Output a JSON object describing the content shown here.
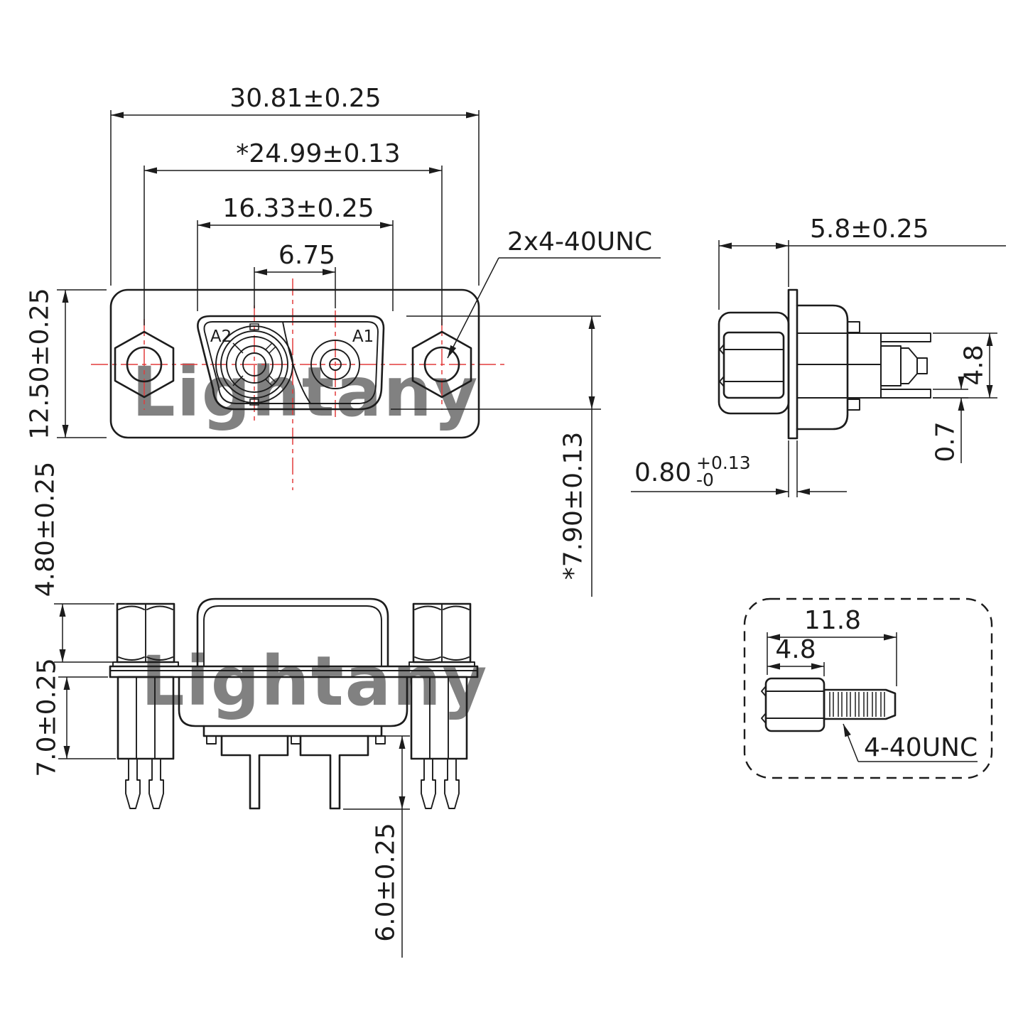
{
  "watermark": {
    "text": "Lightany"
  },
  "colors": {
    "line_black": "#1c1c1c",
    "centerline_red": "#e23b3b",
    "label_red": "#d92f2f",
    "watermark_pink": "#f6c6c6"
  },
  "front_view": {
    "dim_overall_width": "30.81±0.25",
    "dim_mount_spacing": "*24.99±0.13",
    "dim_shell_width": "16.33±0.25",
    "dim_contact_spacing": "6.75",
    "dim_overall_height": "12.50±0.25",
    "dim_shell_height": "*7.90±0.13",
    "callout_thread": "2x4-40UNC",
    "label_a2": "A2",
    "label_a1": "A1"
  },
  "side_view": {
    "dim_front_depth": "5.8±0.25",
    "dim_contact_span": "4.8",
    "dim_pin_thickness": "0.7",
    "dim_flange_thickness_value": "0.80",
    "dim_flange_thickness_plus": "+0.13",
    "dim_flange_thickness_minus": "-0"
  },
  "bottom_view": {
    "dim_standoff_height": "4.80±0.25",
    "dim_body_depth": "7.0±0.25",
    "dim_pin_length": "6.0±0.25"
  },
  "screw_detail": {
    "dim_overall_length": "11.8",
    "dim_head_length": "4.8",
    "label_thread": "4-40UNC"
  }
}
